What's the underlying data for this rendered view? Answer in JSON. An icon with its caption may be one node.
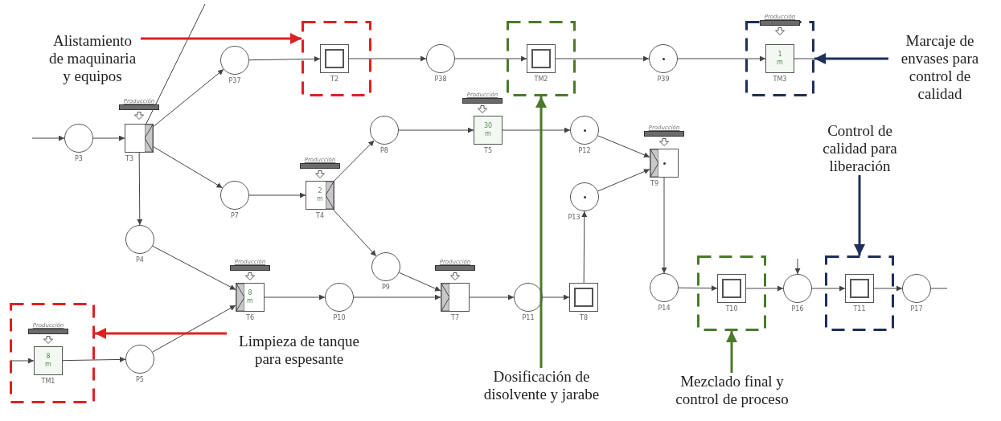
{
  "diagram": {
    "nodes": [
      {
        "text": [
          "Alistamiento de maquinaria y equipos"
        ]
      },
      {
        "text": [],
        "shape": "box"
      },
      {
        "text": [
          "T2"
        ],
        "in": 1
      },
      {
        "text": [],
        "shape": "box"
      },
      {
        "text": [
          "TM2"
        ],
        "in": 3
      },
      {
        "text": [],
        "shape": "box"
      },
      {
        "text": [
          "1 m",
          "TM3"
        ],
        "in": 5
      },
      {
        "text": [
          "Marcaje de envases para control de calidad"
        ]
      },
      {
        "text": [
          "P3"
        ]
      },
      {
        "text": [
          "T3"
        ]
      },
      {
        "text": [
          "P37"
        ]
      },
      {
        "text": [
          "P38"
        ]
      },
      {
        "text": [
          "P39"
        ]
      },
      {
        "text": [
          "P8"
        ]
      },
      {
        "text": [
          "30 m",
          "T5"
        ]
      },
      {
        "text": [
          "P12"
        ]
      },
      {
        "text": [
          "T9"
        ]
      },
      {
        "text": [
          "P7"
        ]
      },
      {
        "text": [
          "2 m",
          "T4"
        ]
      },
      {
        "text": [
          "P13"
        ]
      },
      {
        "text": [
          "Control de calidad para liberación"
        ]
      },
      {
        "text": [
          "P4"
        ]
      },
      {
        "text": [
          "8 m",
          "T6"
        ]
      },
      {
        "text": [
          "P9"
        ]
      },
      {
        "text": [
          "T7"
        ]
      },
      {
        "text": [
          "P10"
        ]
      },
      {
        "text": [
          "P11"
        ]
      },
      {
        "text": [
          "T8"
        ]
      },
      {
        "text": [
          "P14"
        ]
      },
      {
        "text": [],
        "shape": "box"
      },
      {
        "text": [
          "T10"
        ],
        "in": 29
      },
      {
        "text": [
          "P16"
        ]
      },
      {
        "text": [],
        "shape": "box"
      },
      {
        "text": [
          "T11"
        ],
        "in": 32
      },
      {
        "text": [
          "P17"
        ]
      },
      {
        "text": [],
        "shape": "box"
      },
      {
        "text": [
          "8 m",
          "TM1"
        ],
        "in": 35
      },
      {
        "text": [
          "P5"
        ]
      },
      {
        "text": [
          "Limpieza de tanque para espesante"
        ]
      },
      {
        "text": [
          "Dosificación de disolvente y jarabe"
        ]
      },
      {
        "text": [
          "Mezclado final y control de proceso"
        ]
      }
    ],
    "edges": [
      {
        "from": null,
        "to": 8,
        "arrow": "to"
      },
      {
        "from": null,
        "to": 9,
        "arrow": "none"
      },
      {
        "from": 8,
        "to": 9,
        "arrow": "to"
      },
      {
        "from": 9,
        "to": 10,
        "arrow": "to"
      },
      {
        "from": 9,
        "to": 17,
        "arrow": "to"
      },
      {
        "from": 9,
        "to": 21,
        "arrow": "to"
      },
      {
        "from": 10,
        "to": 2,
        "arrow": "to"
      },
      {
        "from": 2,
        "to": 11,
        "arrow": "to"
      },
      {
        "from": 11,
        "to": 4,
        "arrow": "to"
      },
      {
        "from": 4,
        "to": 12,
        "arrow": "to"
      },
      {
        "from": 12,
        "to": 6,
        "arrow": "to"
      },
      {
        "from": 6,
        "to": null,
        "arrow": "none"
      },
      {
        "from": 17,
        "to": 18,
        "arrow": "to"
      },
      {
        "from": 18,
        "to": 13,
        "arrow": "to"
      },
      {
        "from": 18,
        "to": 23,
        "arrow": "to"
      },
      {
        "from": 13,
        "to": 14,
        "arrow": "to"
      },
      {
        "from": 14,
        "to": 15,
        "arrow": "to"
      },
      {
        "from": 15,
        "to": 16,
        "arrow": "to"
      },
      {
        "from": 19,
        "to": 16,
        "arrow": "to"
      },
      {
        "from": 16,
        "to": 28,
        "arrow": "to"
      },
      {
        "from": 21,
        "to": 22,
        "arrow": "to"
      },
      {
        "from": 37,
        "to": 22,
        "arrow": "to"
      },
      {
        "from": 22,
        "to": 25,
        "arrow": "to"
      },
      {
        "from": 25,
        "to": 24,
        "arrow": "to"
      },
      {
        "from": 23,
        "to": 24,
        "arrow": "to"
      },
      {
        "from": 24,
        "to": 26,
        "arrow": "to"
      },
      {
        "from": 26,
        "to": 27,
        "arrow": "to"
      },
      {
        "from": 27,
        "to": 19,
        "arrow": "to"
      },
      {
        "from": 28,
        "to": 30,
        "arrow": "to"
      },
      {
        "from": 30,
        "to": 31,
        "arrow": "to"
      },
      {
        "from": null,
        "to": 31,
        "arrow": "to"
      },
      {
        "from": 31,
        "to": 33,
        "arrow": "to"
      },
      {
        "from": 33,
        "to": 34,
        "arrow": "to"
      },
      {
        "from": 34,
        "to": null,
        "arrow": "none"
      },
      {
        "from": null,
        "to": 36,
        "arrow": "to"
      },
      {
        "from": 36,
        "to": 37,
        "arrow": "to"
      },
      {
        "from": 0,
        "to": 1,
        "arrow": "to",
        "style": "thick",
        "color": "#e02020"
      },
      {
        "from": 38,
        "to": 35,
        "arrow": "to",
        "style": "thick",
        "color": "#e02020"
      },
      {
        "from": 39,
        "to": 3,
        "arrow": "to",
        "style": "thick",
        "color": "#4a7a2a"
      },
      {
        "from": 40,
        "to": 29,
        "arrow": "to",
        "style": "thick",
        "color": "#4a7a2a"
      },
      {
        "from": 7,
        "to": 5,
        "arrow": "to",
        "style": "thick",
        "color": "#1f2f5a"
      },
      {
        "from": 20,
        "to": 32,
        "arrow": "to",
        "style": "thick",
        "color": "#1f2f5a"
      }
    ],
    "labels": [
      "Producción",
      "Producción",
      "Producción",
      "Producción",
      "Producción",
      "Producción",
      "Producción",
      "Producción"
    ]
  }
}
